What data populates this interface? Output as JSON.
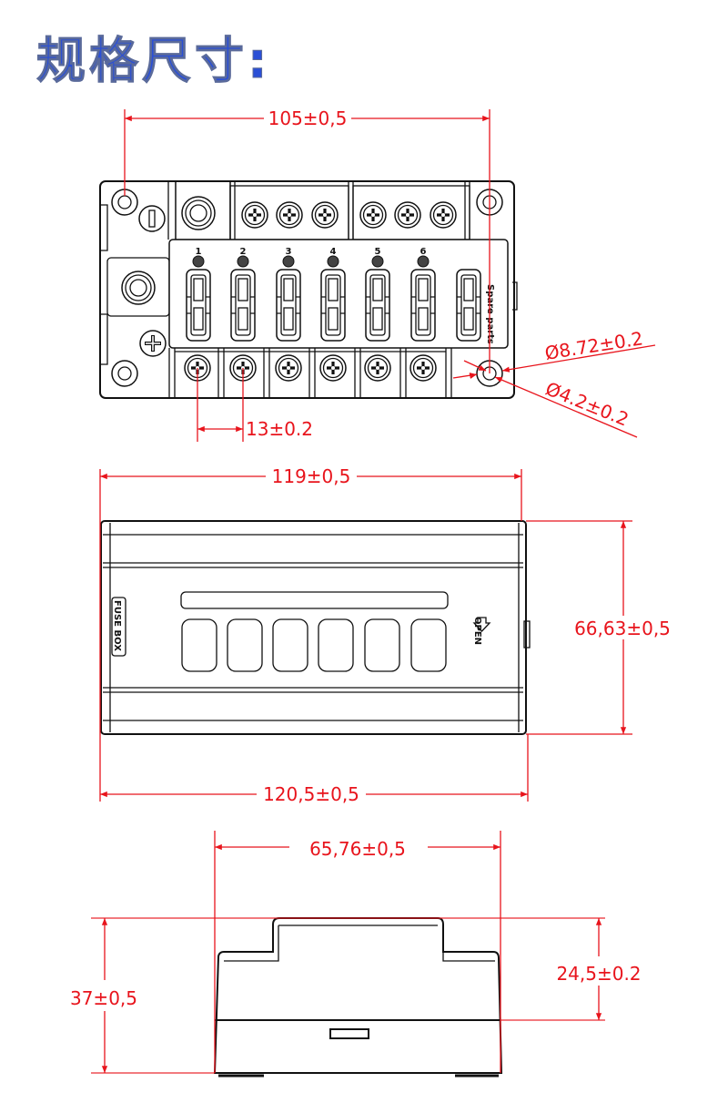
{
  "title": "规格尺寸:",
  "top_view": {
    "dim_width": "105±0,5",
    "dim_pitch": "13±0.2",
    "dim_outer_hole": "Ø8.72±0.2",
    "dim_inner_hole": "Ø4.2±0.2",
    "fuse_numbers": [
      "1",
      "2",
      "3",
      "4",
      "5",
      "6"
    ],
    "spare_label": "Spare parts"
  },
  "front_view": {
    "dim_top_width": "119±0,5",
    "dim_bottom_width": "120,5±0,5",
    "dim_height": "66,63±0,5",
    "fuse_box_label": "FUSE BOX",
    "open_label": "OPEN"
  },
  "side_view": {
    "dim_width": "65,76±0,5",
    "dim_total_height": "37±0,5",
    "dim_upper_height": "24,5±0.2"
  },
  "colors": {
    "title": "#2a4fd6",
    "dimension": "#e8141c",
    "outline": "#111111"
  }
}
